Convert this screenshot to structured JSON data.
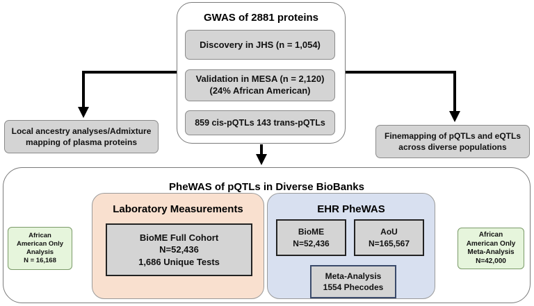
{
  "gwas": {
    "title": "GWAS of 2881 proteins",
    "discovery": "Discovery in JHS (n = 1,054)",
    "validation_line1": "Validation in MESA (n = 2,120)",
    "validation_line2": "(24% African American)",
    "pqtls": "859 cis-pQTLs 143 trans-pQTLs"
  },
  "side": {
    "local_line1": "Local ancestry analyses/Admixture",
    "local_line2": "mapping of plasma proteins",
    "fine_line1": "Finemapping of pQTLs and eQTLs",
    "fine_line2": "across diverse populations"
  },
  "phewas": {
    "title": "PheWAS of pQTLs in Diverse BioBanks",
    "lab": {
      "title": "Laboratory Measurements",
      "line1": "BioME Full Cohort",
      "line2": "N=52,436",
      "line3": "1,686 Unique Tests"
    },
    "ehr": {
      "title": "EHR PheWAS",
      "biome_line1": "BioME",
      "biome_line2": "N=52,436",
      "aou_line1": "AoU",
      "aou_line2": "N=165,567",
      "meta_line1": "Meta-Analysis",
      "meta_line2": "1554 Phecodes"
    },
    "left_green": {
      "line1": "African",
      "line2": "American Only",
      "line3": "Analysis",
      "line4": "N = 16,168"
    },
    "right_green": {
      "line1": "African",
      "line2": "American Only",
      "line3": "Meta-Analysis",
      "line4": "N=42,000"
    }
  },
  "colors": {
    "grey_box": "#d4d4d4",
    "lab_panel": "#f9e0cf",
    "ehr_panel": "#d8e0f0",
    "green_box": "#e6f5dc"
  }
}
